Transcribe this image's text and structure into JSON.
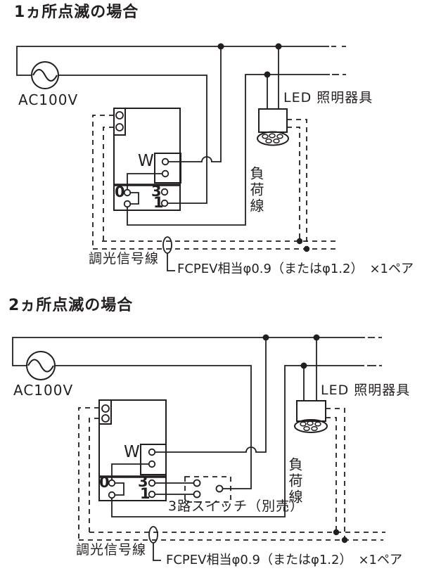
{
  "colors": {
    "ink": "#231f20",
    "bg": "#ffffff"
  },
  "diagram1": {
    "title": "1ヵ所点滅の場合",
    "ac_label": "AC100V",
    "led_label": "LED 照明器具",
    "load_line_label": "負荷線",
    "signal_line_label": "調光信号線",
    "cable_note": "FCPEV相当φ0.9（またはφ1.2）　×1ペア",
    "terminal_w": "W",
    "terminal_0": "0",
    "terminal_3": "3",
    "terminal_1": "1"
  },
  "diagram2": {
    "title": "2ヵ所点滅の場合",
    "ac_label": "AC100V",
    "led_label": "LED 照明器具",
    "load_line_label": "負荷線",
    "signal_line_label": "調光信号線",
    "switch_label": "3路スイッチ（別売）",
    "cable_note": "FCPEV相当φ0.9（またはφ1.2）　×1ペア",
    "terminal_w": "W",
    "terminal_0": "0",
    "terminal_3": "3",
    "terminal_1": "1"
  }
}
